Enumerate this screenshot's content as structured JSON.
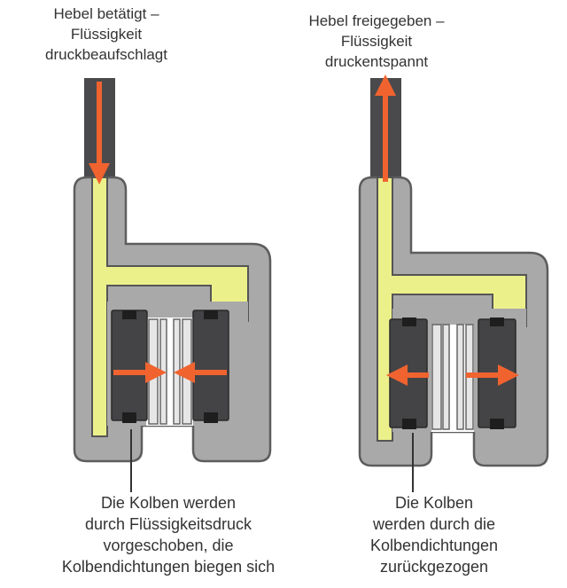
{
  "labels": {
    "top_left": "Hebel betätigt –\nFlüssigkeit\ndruckbeaufschlagt",
    "top_right": "Hebel freigegeben –\nFlüssigkeit\ndruckentspannt",
    "bottom_left": "Die Kolben werden\ndurch Flüssigkeitsdruck\nvorgeschoben, die\nKolbendichtungen biegen sich",
    "bottom_right": "Die Kolben\nwerden durch die\nKolbendichtungen\nzurückgezogen"
  },
  "colors": {
    "caliper_body": "#a9a9aa",
    "caliper_outline": "#5d5d5f",
    "fluid": "#ecf08b",
    "fluid_outline": "#555555",
    "hose": "#4a4a4c",
    "piston": "#444446",
    "seal": "#1e1e1e",
    "pad": "#e6e6e6",
    "arrow": "#f0632f",
    "text": "#333333"
  }
}
